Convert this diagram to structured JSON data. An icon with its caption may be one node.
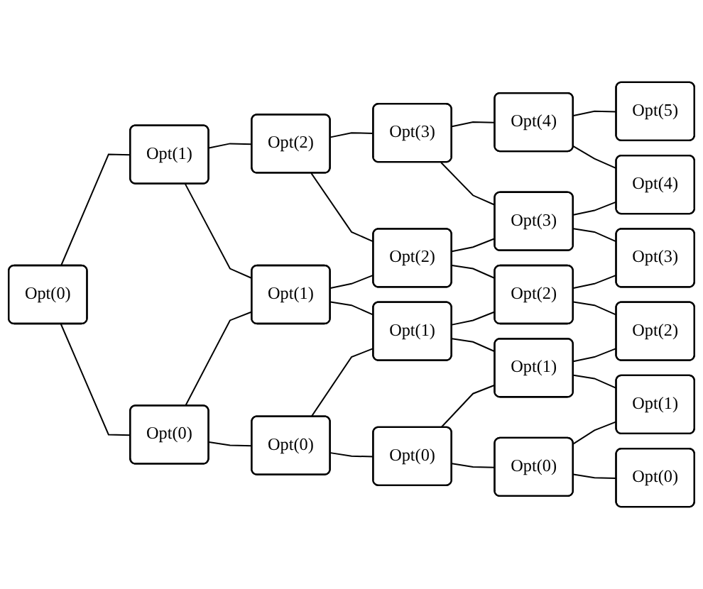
{
  "diagram": {
    "nodes": [
      {
        "text": [
          "Opt(0)"
        ]
      },
      {
        "text": [
          "Opt(1)"
        ]
      },
      {
        "text": [
          "Opt(0)"
        ]
      },
      {
        "text": [
          "Opt(2)"
        ]
      },
      {
        "text": [
          "Opt(1)"
        ]
      },
      {
        "text": [
          "Opt(0)"
        ]
      },
      {
        "text": [
          "Opt(3)"
        ]
      },
      {
        "text": [
          "Opt(2)"
        ]
      },
      {
        "text": [
          "Opt(1)"
        ]
      },
      {
        "text": [
          "Opt(0)"
        ]
      },
      {
        "text": [
          "Opt(4)"
        ]
      },
      {
        "text": [
          "Opt(3)"
        ]
      },
      {
        "text": [
          "Opt(2)"
        ]
      },
      {
        "text": [
          "Opt(1)"
        ]
      },
      {
        "text": [
          "Opt(0)"
        ]
      },
      {
        "text": [
          "Opt(5)"
        ]
      },
      {
        "text": [
          "Opt(4)"
        ]
      },
      {
        "text": [
          "Opt(3)"
        ]
      },
      {
        "text": [
          "Opt(2)"
        ]
      },
      {
        "text": [
          "Opt(1)"
        ]
      },
      {
        "text": [
          "Opt(0)"
        ]
      }
    ],
    "edges": [
      {
        "from": 0,
        "to": 1,
        "arrow": "none"
      },
      {
        "from": 0,
        "to": 2,
        "arrow": "none"
      },
      {
        "from": 1,
        "to": 3,
        "arrow": "none"
      },
      {
        "from": 1,
        "to": 4,
        "arrow": "none"
      },
      {
        "from": 2,
        "to": 4,
        "arrow": "none"
      },
      {
        "from": 2,
        "to": 5,
        "arrow": "none"
      },
      {
        "from": 3,
        "to": 6,
        "arrow": "none"
      },
      {
        "from": 3,
        "to": 7,
        "arrow": "none"
      },
      {
        "from": 4,
        "to": 7,
        "arrow": "none"
      },
      {
        "from": 4,
        "to": 8,
        "arrow": "none"
      },
      {
        "from": 5,
        "to": 8,
        "arrow": "none"
      },
      {
        "from": 5,
        "to": 9,
        "arrow": "none"
      },
      {
        "from": 6,
        "to": 10,
        "arrow": "none"
      },
      {
        "from": 6,
        "to": 11,
        "arrow": "none"
      },
      {
        "from": 7,
        "to": 11,
        "arrow": "none"
      },
      {
        "from": 7,
        "to": 12,
        "arrow": "none"
      },
      {
        "from": 8,
        "to": 12,
        "arrow": "none"
      },
      {
        "from": 8,
        "to": 13,
        "arrow": "none"
      },
      {
        "from": 9,
        "to": 13,
        "arrow": "none"
      },
      {
        "from": 9,
        "to": 14,
        "arrow": "none"
      },
      {
        "from": 10,
        "to": 15,
        "arrow": "none"
      },
      {
        "from": 10,
        "to": 16,
        "arrow": "none"
      },
      {
        "from": 11,
        "to": 16,
        "arrow": "none"
      },
      {
        "from": 11,
        "to": 17,
        "arrow": "none"
      },
      {
        "from": 12,
        "to": 17,
        "arrow": "none"
      },
      {
        "from": 12,
        "to": 18,
        "arrow": "none"
      },
      {
        "from": 13,
        "to": 18,
        "arrow": "none"
      },
      {
        "from": 13,
        "to": 19,
        "arrow": "none"
      },
      {
        "from": 14,
        "to": 19,
        "arrow": "none"
      },
      {
        "from": 14,
        "to": 20,
        "arrow": "none"
      }
    ]
  }
}
